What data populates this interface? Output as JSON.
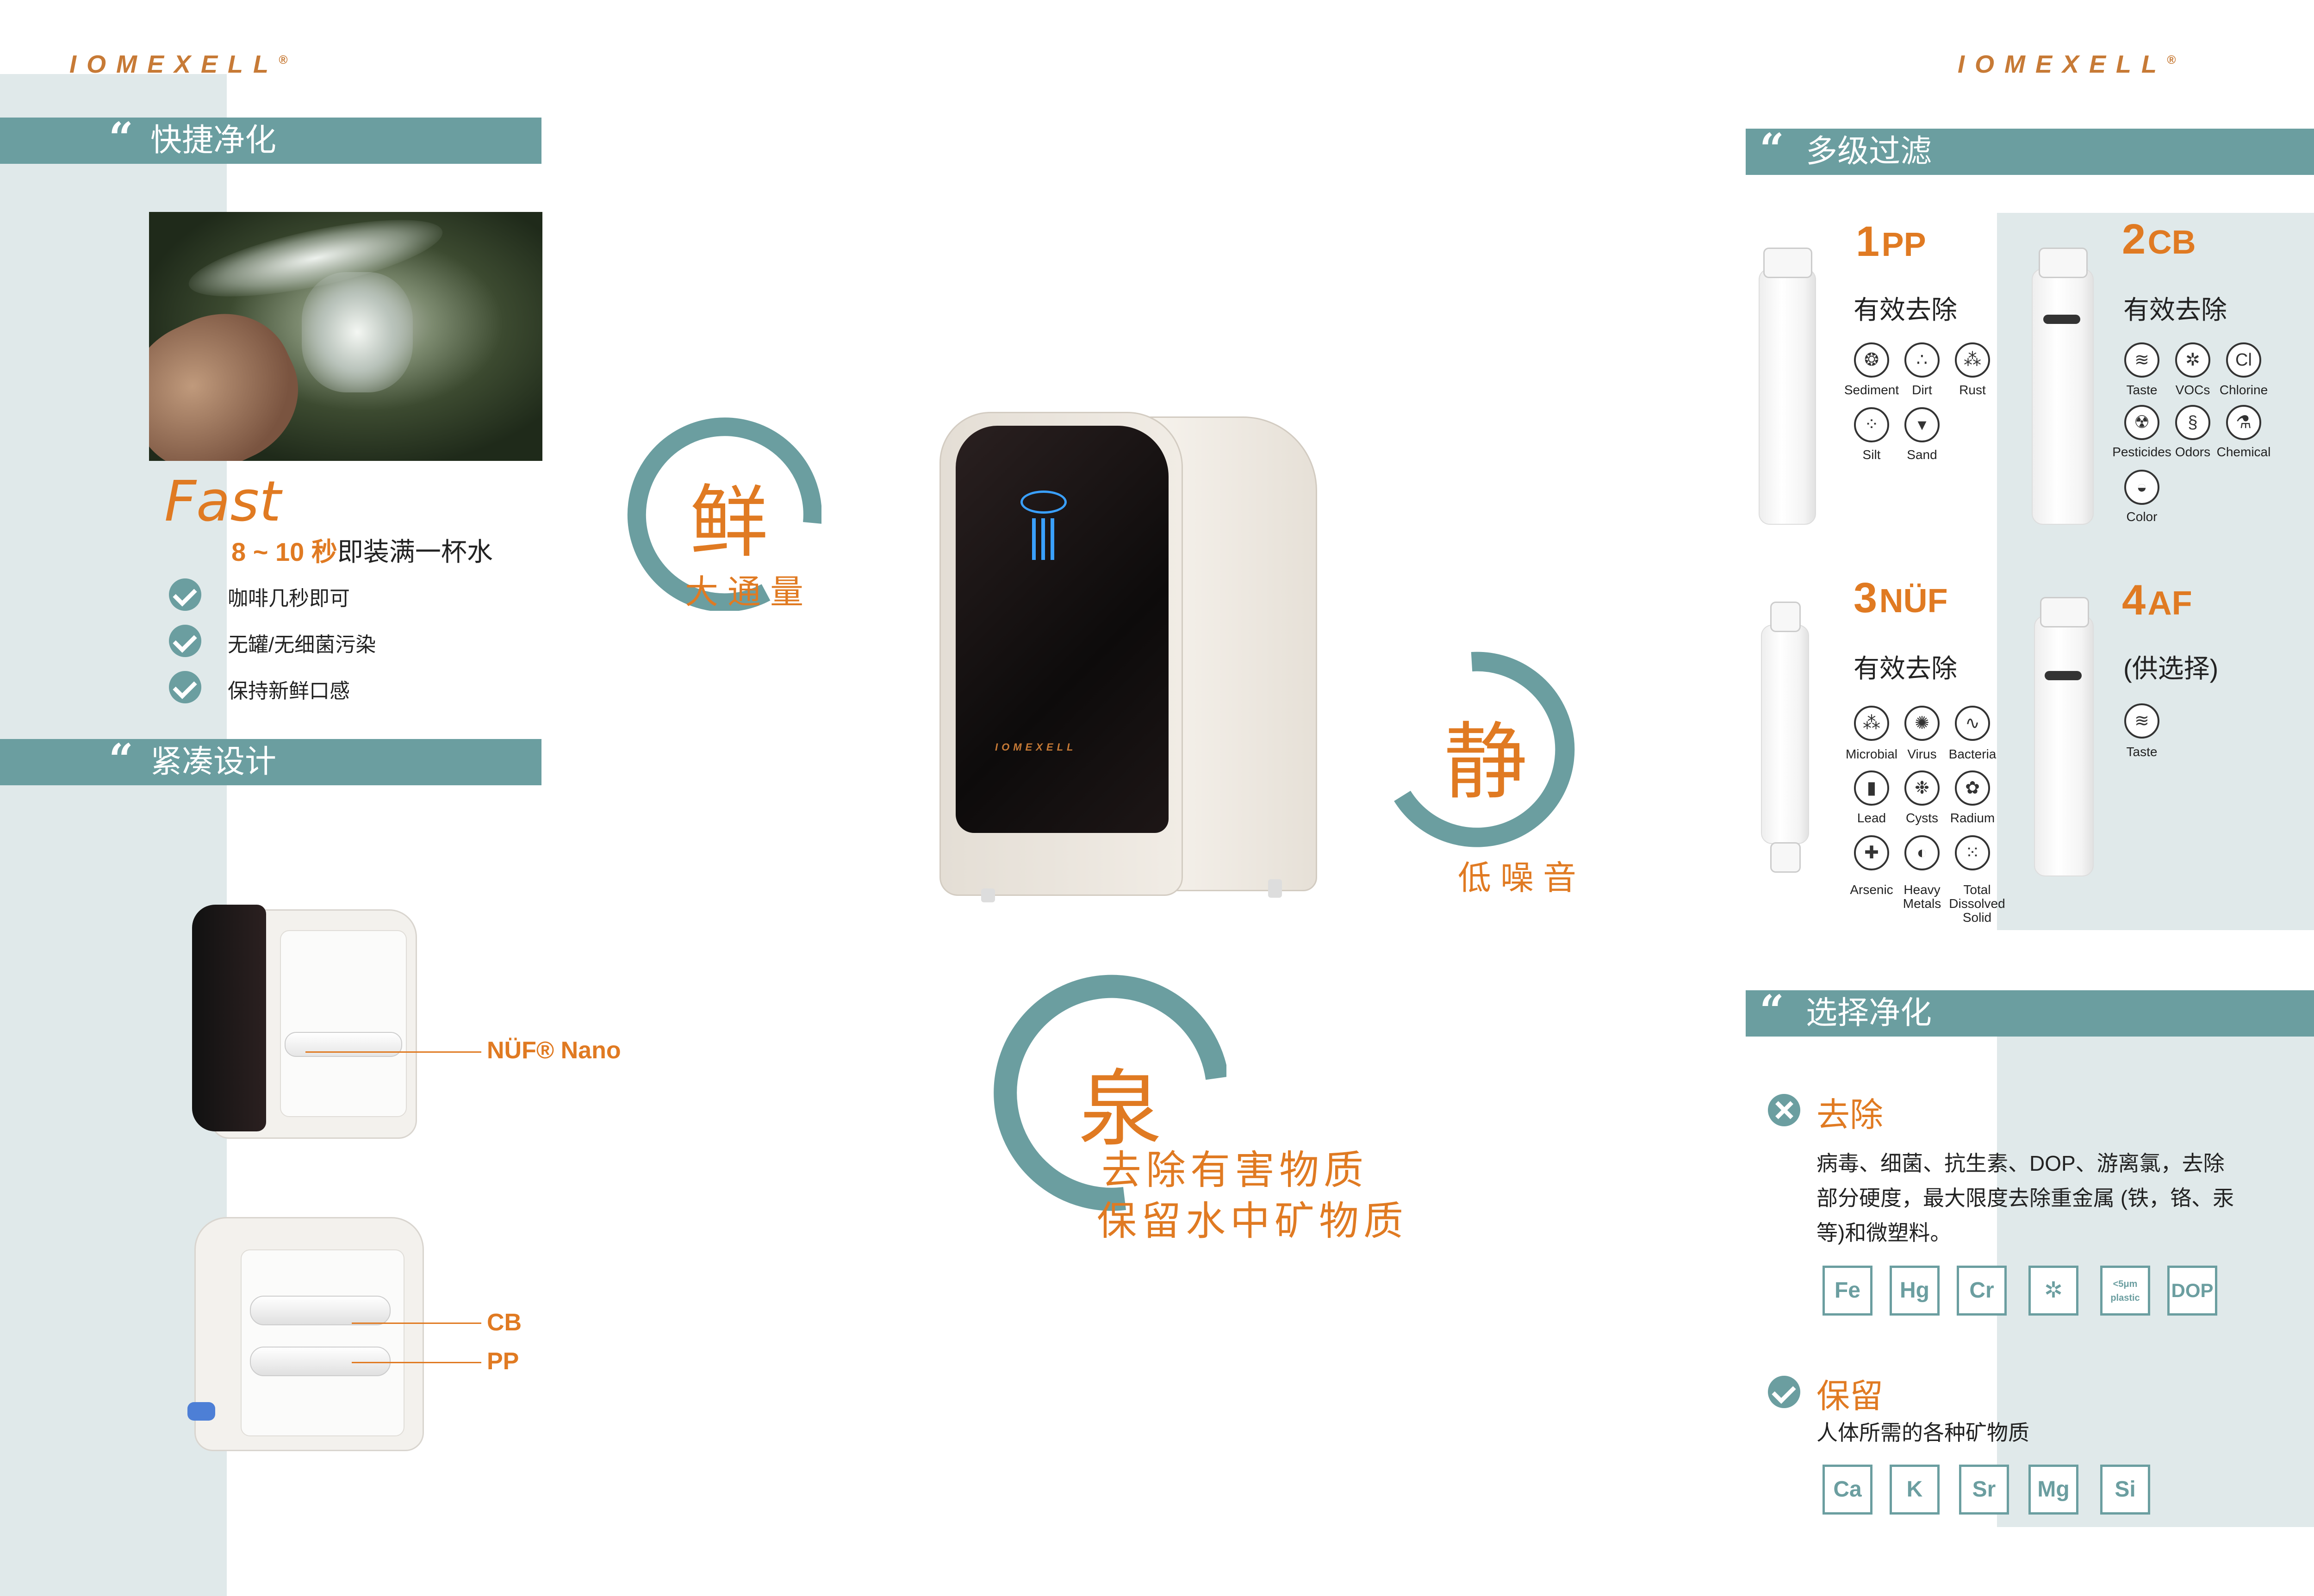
{
  "brand": "IOMEXELL",
  "left": {
    "section1": {
      "title": "快捷净化"
    },
    "fast_word": "Fast",
    "fast_line_num": "8 ~ 10 秒",
    "fast_line_text": "即装满一杯水",
    "checks": [
      "咖啡几秒即可",
      "无罐/无细菌污染",
      "保持新鲜口感"
    ],
    "section2": {
      "title": "紧凑设计"
    },
    "callout_nuf": "NÜF® Nano",
    "callout_cb": "CB",
    "callout_pp": "PP"
  },
  "center": {
    "word1": {
      "big": "鲜",
      "small": "大通量"
    },
    "word2": {
      "big": "静",
      "small": "低噪音"
    },
    "word3": {
      "big": "泉",
      "line1": "去除有害物质",
      "line2": "保留水中矿物质"
    },
    "device_brand": "IOMEXELL"
  },
  "right": {
    "section3": {
      "title": "多级过滤"
    },
    "filters": [
      {
        "num": "1",
        "code": "PP",
        "subtitle": "有效去除",
        "icons": [
          {
            "name": "Sediment",
            "glyph": "❂"
          },
          {
            "name": "Dirt",
            "glyph": "∴"
          },
          {
            "name": "Rust",
            "glyph": "⁂"
          },
          {
            "name": "Silt",
            "glyph": "⁘"
          },
          {
            "name": "Sand",
            "glyph": "▾"
          }
        ]
      },
      {
        "num": "2",
        "code": "CB",
        "subtitle": "有效去除",
        "icons": [
          {
            "name": "Taste",
            "glyph": "≋"
          },
          {
            "name": "VOCs",
            "glyph": "✲"
          },
          {
            "name": "Chlorine",
            "glyph": "Cl"
          },
          {
            "name": "Pesticides",
            "glyph": "☢"
          },
          {
            "name": "Odors",
            "glyph": "§"
          },
          {
            "name": "Chemical",
            "glyph": "⚗"
          },
          {
            "name": "Color",
            "glyph": "◒"
          }
        ]
      },
      {
        "num": "3",
        "code": "NÜF",
        "subtitle": "有效去除",
        "icons": [
          {
            "name": "Microbial",
            "glyph": "⁂"
          },
          {
            "name": "Virus",
            "glyph": "✺"
          },
          {
            "name": "Bacteria",
            "glyph": "∿"
          },
          {
            "name": "Lead",
            "glyph": "▮"
          },
          {
            "name": "Cysts",
            "glyph": "❉"
          },
          {
            "name": "Radium",
            "glyph": "✿"
          },
          {
            "name": "Arsenic",
            "glyph": "✚"
          },
          {
            "name": "Heavy Metals",
            "glyph": "◐"
          },
          {
            "name": "Total Dissolved Solid",
            "glyph": "⁙"
          }
        ]
      },
      {
        "num": "4",
        "code": "AF",
        "subtitle": "(供选择)",
        "icons": [
          {
            "name": "Taste",
            "glyph": "≋"
          }
        ]
      }
    ],
    "section4": {
      "title": "选择净化"
    },
    "remove": {
      "title": "去除",
      "lines": [
        "病毒、细菌、抗生素、DOP、游离氯，去除",
        "部分硬度，最大限度去除重金属 (铁，铬、汞",
        "等)和微塑料。"
      ],
      "elements": [
        "Fe",
        "Hg",
        "Cr",
        "✲",
        "<5μm plastic",
        "DOP"
      ]
    },
    "retain": {
      "title": "保留",
      "text": "人体所需的各种矿物质",
      "elements": [
        "Ca",
        "K",
        "Sr",
        "Mg",
        "Si"
      ]
    }
  },
  "colors": {
    "teal": "#6b9ea0",
    "orange": "#e07a22",
    "panel": "#e0e9ea"
  }
}
